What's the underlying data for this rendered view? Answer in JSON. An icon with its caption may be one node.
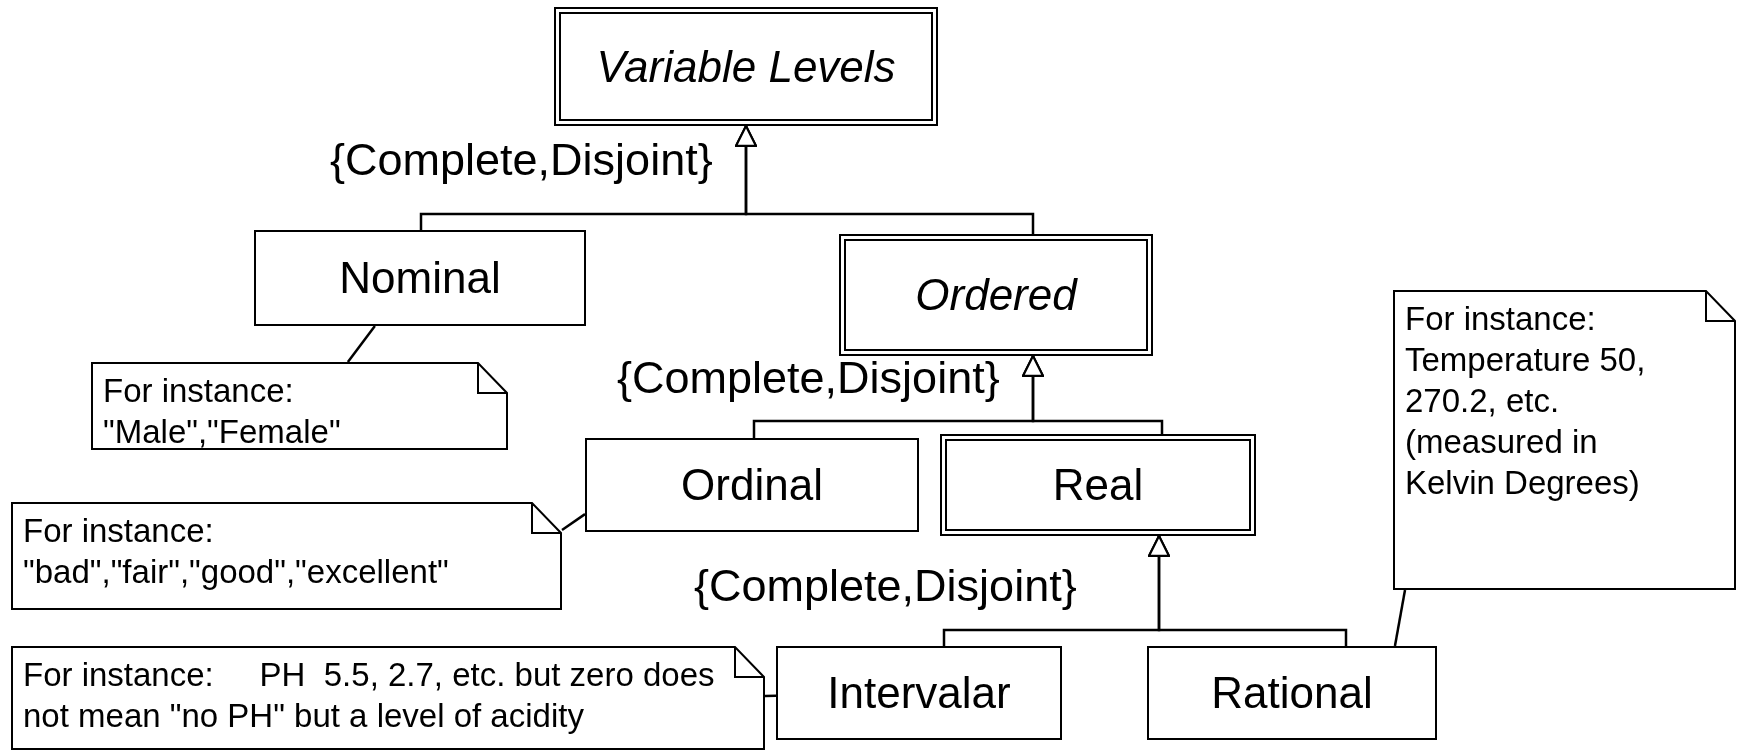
{
  "diagram": {
    "nodes": [
      {
        "text": [
          "Variable Levels"
        ]
      },
      {
        "text": [
          "Nominal"
        ]
      },
      {
        "text": [
          "Ordered"
        ]
      },
      {
        "text": [
          "Ordinal"
        ]
      },
      {
        "text": [
          "Real"
        ]
      },
      {
        "text": [
          "Intervalar"
        ]
      },
      {
        "text": [
          "Rational"
        ]
      },
      {
        "text": [
          "For instance:",
          "\"Male\",\"Female\""
        ]
      },
      {
        "text": [
          "For instance:",
          "\"bad\",\"fair\",\"good\",\"excellent\""
        ]
      },
      {
        "text": [
          "For instance:     PH  5.5, 2.7, etc. but zero does not mean \"no PH\" but a level of acidity"
        ]
      },
      {
        "text": [
          "For instance:",
          "Temperature 50, 270.2, etc. (measured in Kelvin Degrees)"
        ]
      }
    ],
    "edges": [
      {
        "from": 1,
        "to": 0,
        "arrow": "to"
      },
      {
        "from": 2,
        "to": 0,
        "arrow": "to"
      },
      {
        "from": 3,
        "to": 2,
        "arrow": "to"
      },
      {
        "from": 4,
        "to": 2,
        "arrow": "to"
      },
      {
        "from": 5,
        "to": 4,
        "arrow": "to"
      },
      {
        "from": 6,
        "to": 4,
        "arrow": "to"
      },
      {
        "from": 7,
        "to": 1,
        "arrow": "none"
      },
      {
        "from": 8,
        "to": 3,
        "arrow": "none"
      },
      {
        "from": 9,
        "to": 5,
        "arrow": "none"
      },
      {
        "from": 10,
        "to": 6,
        "arrow": "none"
      }
    ],
    "labels": [
      "{Complete,Disjoint}",
      "{Complete,Disjoint}",
      "{Complete,Disjoint}"
    ]
  }
}
